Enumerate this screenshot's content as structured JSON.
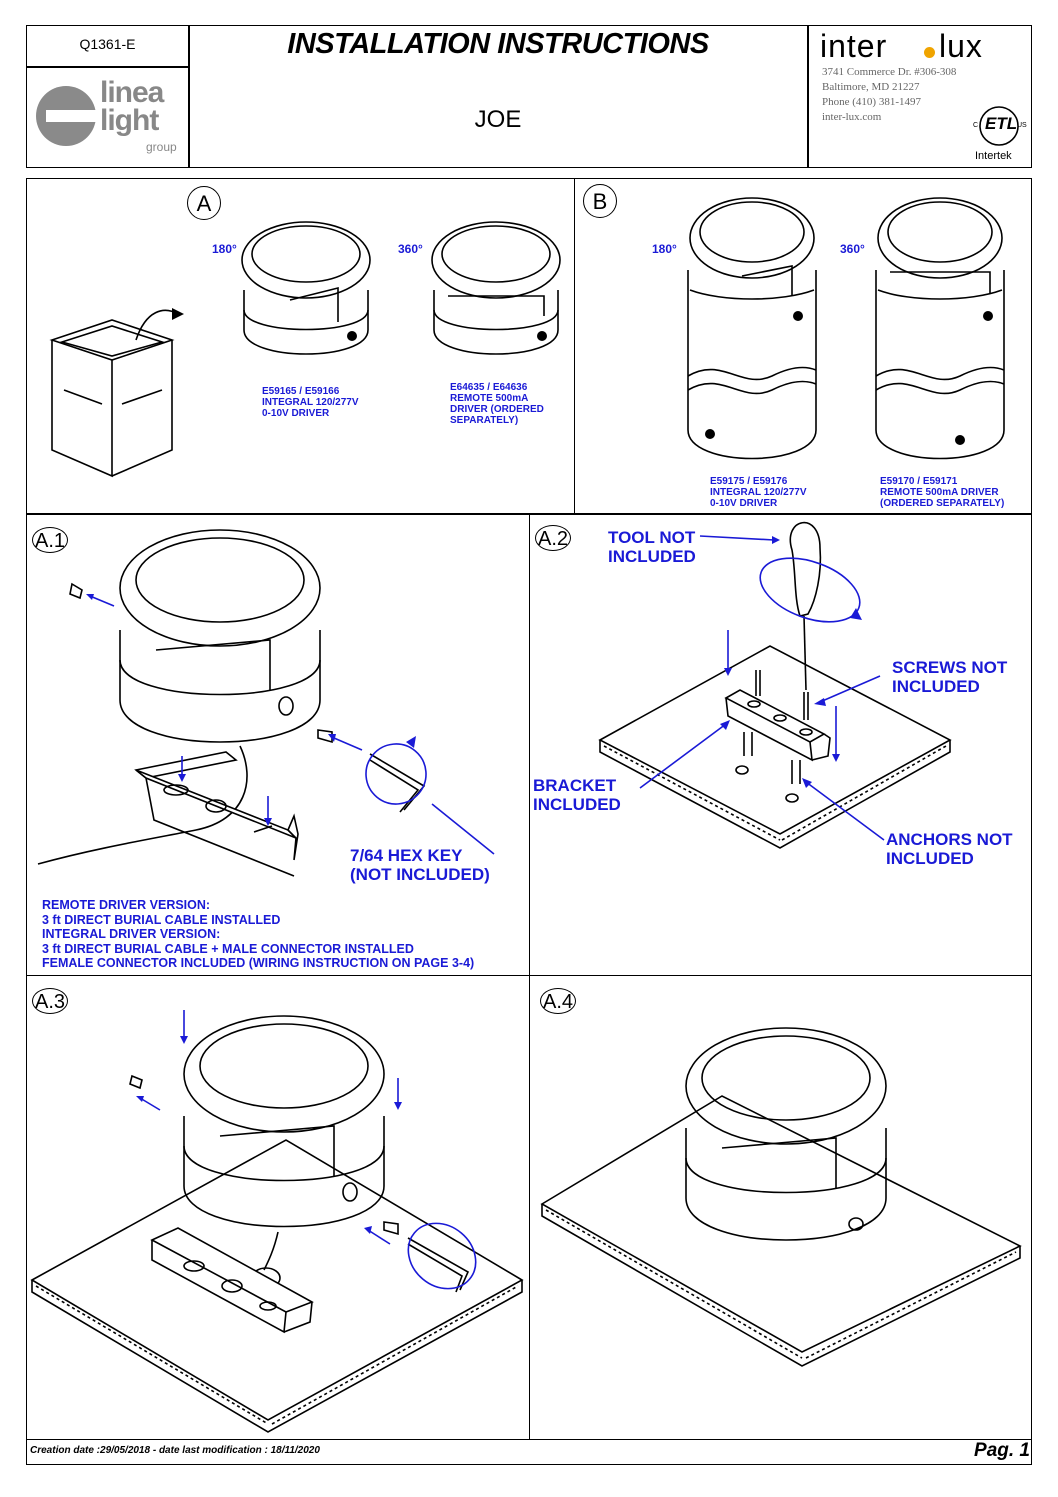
{
  "header": {
    "doc_code": "Q1361-E",
    "title": "INSTALLATION INSTRUCTIONS",
    "product": "JOE",
    "left_logo": {
      "line1": "linea",
      "line2": "light",
      "line3": "group"
    },
    "right_logo": {
      "brand_left": "inter",
      "brand_right": "lux",
      "address1": "3741 Commerce Dr. #306-308",
      "address2": "Baltimore, MD 21227",
      "phone": "Phone (410) 381-1497",
      "web": "inter-lux.com"
    },
    "cert": {
      "mark": "ETL",
      "c": "C",
      "us": "US",
      "name": "Intertek"
    }
  },
  "panel_a": {
    "label": "A",
    "angle_180": "180°",
    "angle_360": "360°",
    "model_180": [
      "E59165 / E59166",
      "INTEGRAL 120/277V",
      "0-10V DRIVER"
    ],
    "model_360": [
      "E64635 / E64636",
      "REMOTE 500mA",
      "DRIVER (ORDERED",
      "SEPARATELY)"
    ]
  },
  "panel_b": {
    "label": "B",
    "angle_180": "180°",
    "angle_360": "360°",
    "model_180": [
      "E59175 / E59176",
      "INTEGRAL 120/277V",
      "0-10V DRIVER"
    ],
    "model_360": [
      "E59170 / E59171",
      "REMOTE 500mA DRIVER",
      "(ORDERED SEPARATELY)"
    ]
  },
  "step_a1": {
    "label": "A.1",
    "hex_key": [
      "7/64 HEX KEY",
      "(NOT INCLUDED)"
    ],
    "notes": [
      "REMOTE DRIVER VERSION:",
      "3 ft DIRECT BURIAL CABLE INSTALLED",
      "INTEGRAL DRIVER VERSION:",
      "3 ft DIRECT BURIAL CABLE + MALE CONNECTOR INSTALLED",
      "FEMALE CONNECTOR INCLUDED (WIRING INSTRUCTION ON PAGE 3-4)"
    ]
  },
  "step_a2": {
    "label": "A.2",
    "tool": [
      "TOOL NOT",
      "INCLUDED"
    ],
    "screws": [
      "SCREWS NOT",
      "INCLUDED"
    ],
    "bracket": [
      "BRACKET",
      "INCLUDED"
    ],
    "anchors": [
      "ANCHORS NOT",
      "INCLUDED"
    ]
  },
  "step_a3": {
    "label": "A.3"
  },
  "step_a4": {
    "label": "A.4"
  },
  "footer": {
    "dates": "Creation date :29/05/2018 - date last modification : 18/11/2020",
    "page": "Pag. 1"
  }
}
